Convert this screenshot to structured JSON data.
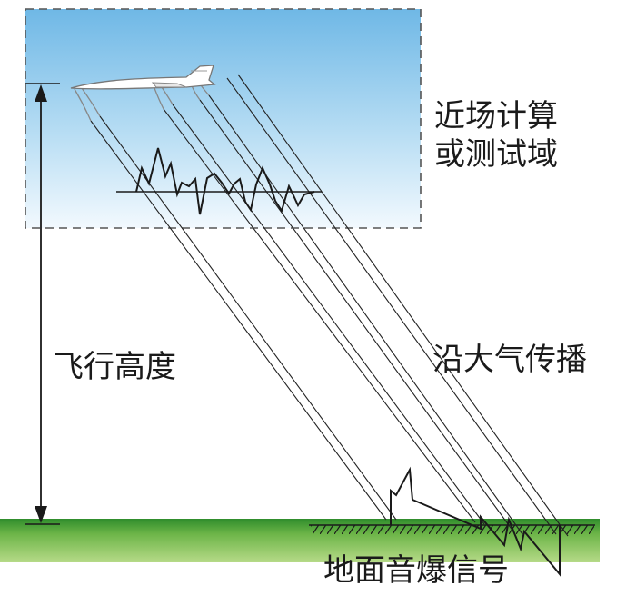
{
  "labels": {
    "near_field_line1": "近场计算",
    "near_field_line2": "或测试域",
    "flight_altitude": "飞行高度",
    "atmospheric_propagation": "沿大气传播",
    "ground_boom_signal": "地面音爆信号"
  },
  "colors": {
    "sky_top": "#6fb8e6",
    "sky_bottom": "#eef7fd",
    "ground_top": "#2e8c2a",
    "ground_bottom": "#a9d37a",
    "ink": "#1a1a1a"
  },
  "icons": [
    "aircraft-icon",
    "altitude-arrow-icon",
    "ground-hatch-icon"
  ]
}
